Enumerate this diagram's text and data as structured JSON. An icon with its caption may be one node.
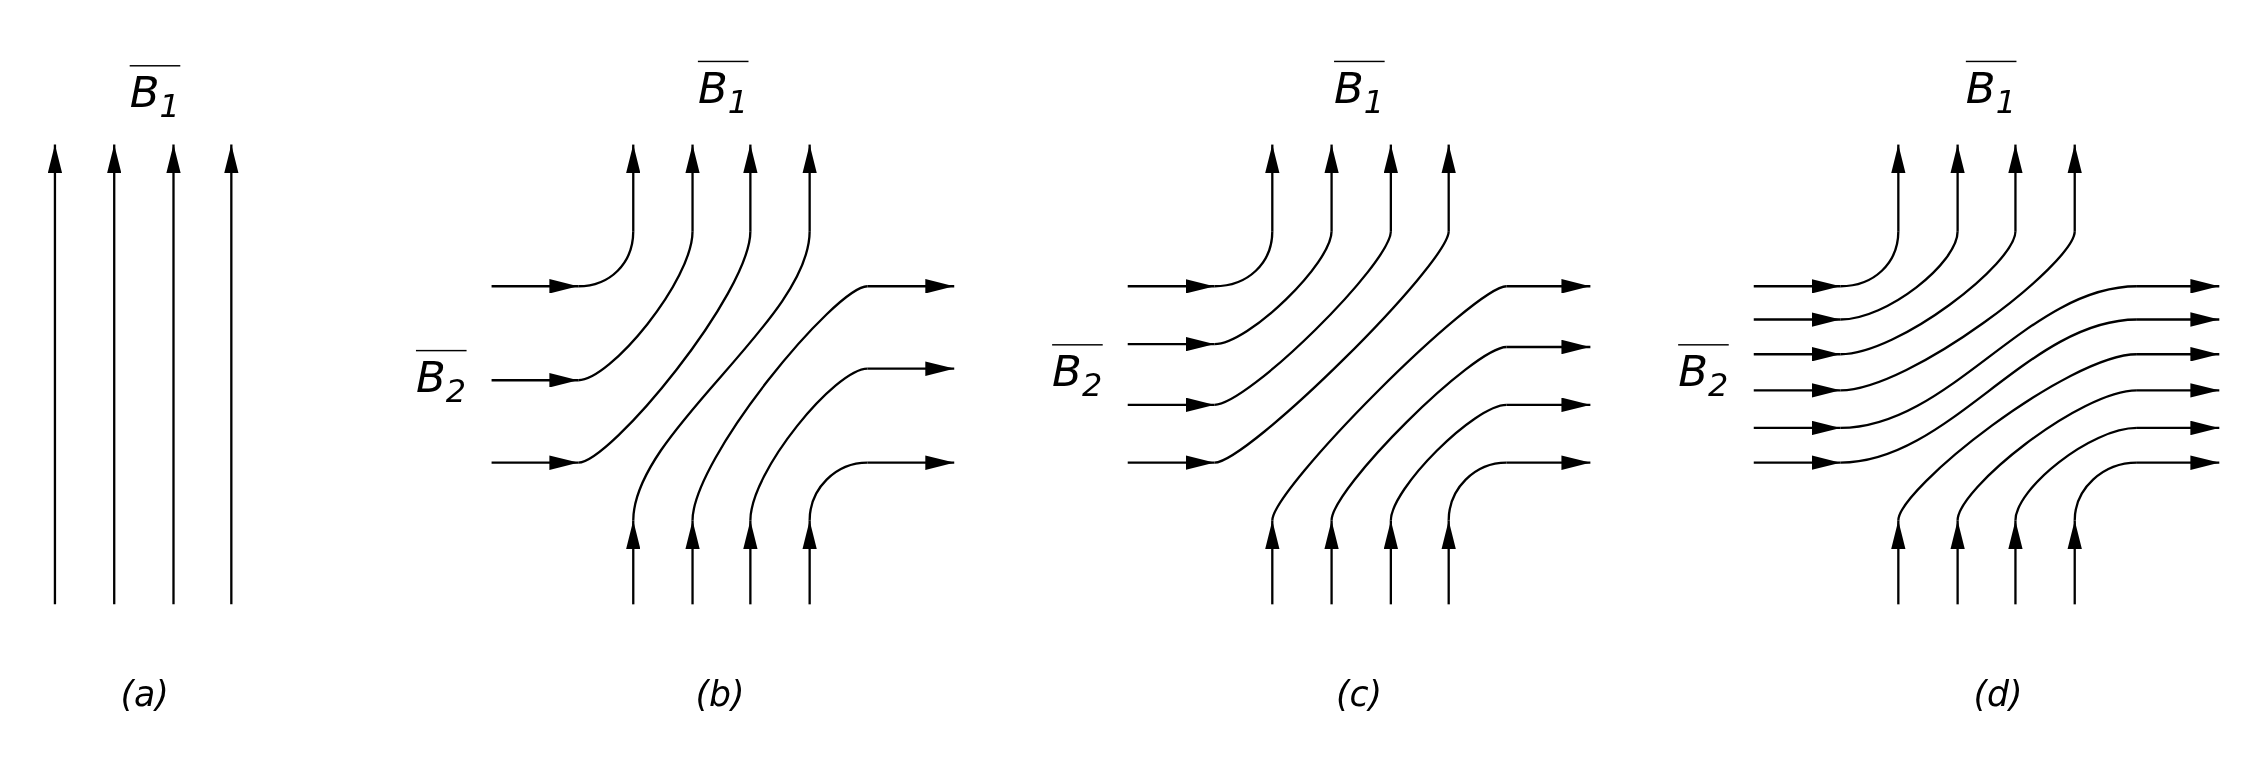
{
  "diagram": {
    "labels": [
      "B$_{1}$",
      "B$_{1}$",
      "B$_{1}$",
      "B$_{1}$",
      "B$_{2}$",
      "B$_{2}$",
      "B$_{2}$",
      "(a)",
      "(b)",
      "(c)",
      "(d)"
    ]
  }
}
